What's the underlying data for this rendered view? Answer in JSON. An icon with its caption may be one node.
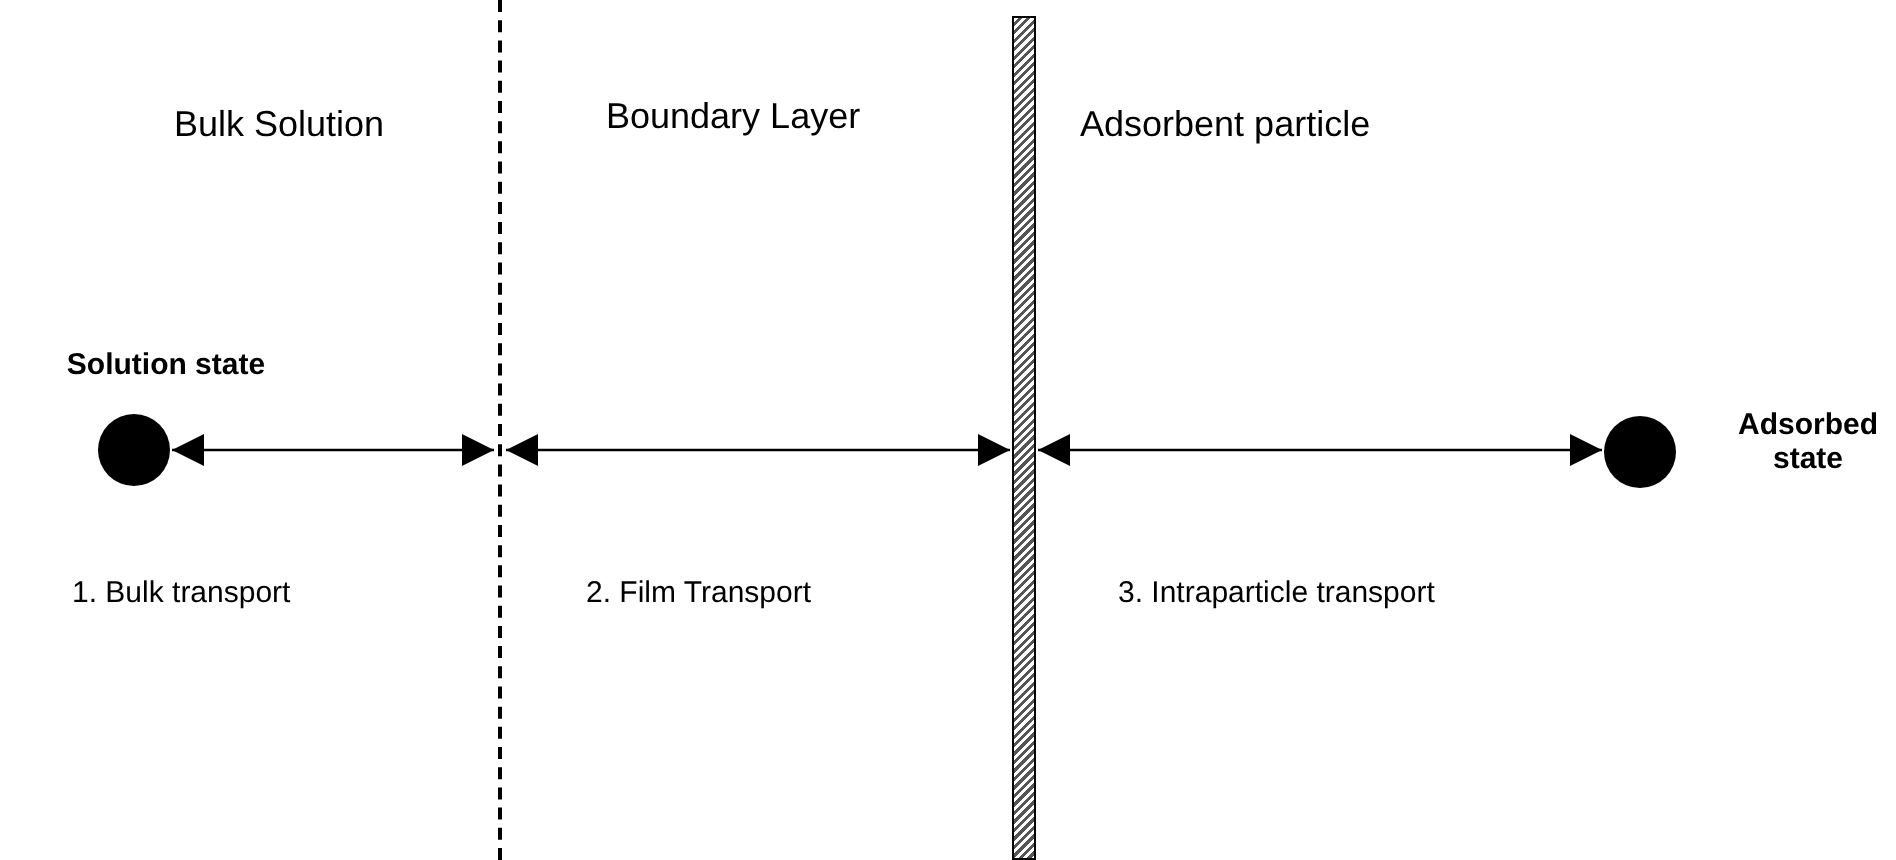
{
  "diagram": {
    "nodes": [
      {
        "text": [
          "Solution state"
        ]
      },
      {
        "text": [],
        "shape": "line"
      },
      {
        "text": [],
        "shape": "bar"
      },
      {
        "text": [
          "Adsorbed state"
        ]
      }
    ],
    "edges": [
      {
        "from": 0,
        "to": 1,
        "arrow": "both",
        "label": "1. Bulk transport"
      },
      {
        "from": 1,
        "to": 2,
        "arrow": "both",
        "label": "2. Film Transport"
      },
      {
        "from": 2,
        "to": 3,
        "arrow": "both",
        "label": "3. Intraparticle transport"
      }
    ],
    "labels": [
      "Bulk Solution",
      "Boundary Layer",
      "Adsorbent particle"
    ]
  }
}
